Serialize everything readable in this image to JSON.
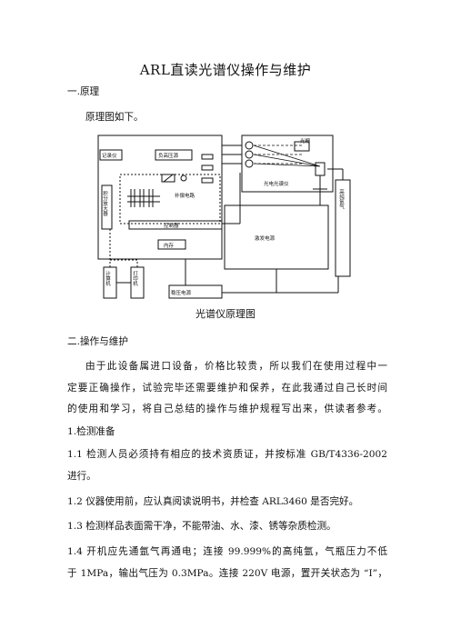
{
  "title": "ARL直读光谱仪操作与维护",
  "section1": {
    "heading": "一.原理",
    "intro": "原理图如下。"
  },
  "diagram": {
    "recorder": "记录仪",
    "hv_power": "负高压源",
    "spectrometer": "光电光谱仪",
    "grating": "光栅",
    "integrator": "积分放大器",
    "electric": "补偿电路",
    "controller": "控制器",
    "memory": "内存",
    "excitation": "激发电源",
    "argon": "高纯氩气",
    "computer": "计算机",
    "printer": "打印机",
    "regulator": "稳压电源"
  },
  "caption": "光谱仪原理图",
  "section2": {
    "heading": "二.操作与维护",
    "para_lines": [
      "由于此设备属进口设备，价格比较贵，所以我们在使用过程中一",
      "定要正确操作，试验完毕还需要维护和保养，在此我通过自己长时间",
      "的使用和学习，将自己总结的操作与维护规程写出来，供读者参考。"
    ],
    "sub1": "1.检测准备",
    "item11_lines": [
      "1.1 检测人员必须持有相应的技术资质证，并按标准 GB/T4336-2002",
      "进行。"
    ],
    "item12": "1.2 仪器使用前，应认真阅读说明书，并检查 ARL3460 是否完好。",
    "item13": "1.3 检测样品表面需干净，不能带油、水、漆、锈等杂质检测。",
    "item14_lines": [
      "1.4 开机应先通氩气再通电；连接 99.999%的高纯氩，气瓶压力不低",
      "于 1MPa，输出气压为 0.3MPa。连接 220V 电源，置开关状态为 “I”，"
    ]
  }
}
